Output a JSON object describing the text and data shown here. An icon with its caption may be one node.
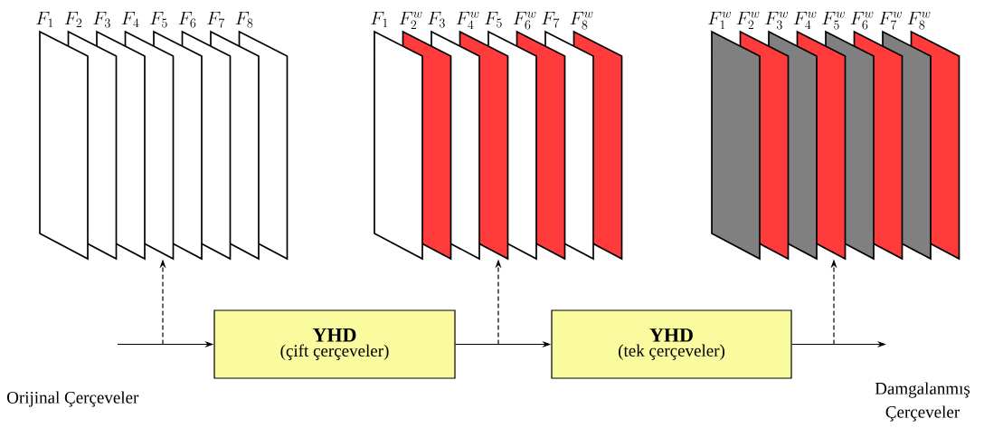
{
  "diagram": {
    "nodes": [
      {
        "text": [
          "F_1"
        ]
      },
      {
        "text": [
          "F_2"
        ]
      },
      {
        "text": [
          "F_3"
        ]
      },
      {
        "text": [
          "F_4"
        ]
      },
      {
        "text": [
          "F_5"
        ]
      },
      {
        "text": [
          "F_6"
        ]
      },
      {
        "text": [
          "F_7"
        ]
      },
      {
        "text": [
          "F_8"
        ]
      },
      {
        "text": [
          "F_1"
        ]
      },
      {
        "text": [
          "F_2^w"
        ]
      },
      {
        "text": [
          "F_3"
        ]
      },
      {
        "text": [
          "F_4^w"
        ]
      },
      {
        "text": [
          "F_5"
        ]
      },
      {
        "text": [
          "F_6^w"
        ]
      },
      {
        "text": [
          "F_7"
        ]
      },
      {
        "text": [
          "F_8^w"
        ]
      },
      {
        "text": [
          "F_1^w"
        ]
      },
      {
        "text": [
          "F_2^w"
        ]
      },
      {
        "text": [
          "F_3^w"
        ]
      },
      {
        "text": [
          "F_4^w"
        ]
      },
      {
        "text": [
          "F_5^w"
        ]
      },
      {
        "text": [
          "F_6^w"
        ]
      },
      {
        "text": [
          "F_7^w"
        ]
      },
      {
        "text": [
          "F_8^w"
        ]
      },
      {
        "text": [
          "YHD",
          "(çift çerçeveler)"
        ]
      },
      {
        "text": [
          "YHD",
          "(tek çerçeveler)"
        ]
      }
    ],
    "edges": [
      {
        "from": null,
        "to": 24,
        "arrow": "to"
      },
      {
        "from": 24,
        "to": 25,
        "arrow": "to"
      },
      {
        "from": 25,
        "to": null,
        "arrow": "to"
      },
      {
        "from": null,
        "to": 3,
        "arrow": "to",
        "style": "dashed"
      },
      {
        "from": null,
        "to": 11,
        "arrow": "to",
        "style": "dashed"
      },
      {
        "from": null,
        "to": 19,
        "arrow": "to",
        "style": "dashed"
      }
    ],
    "labels": [
      "Orijinal Çerçeveler",
      "Damgalanmış Çerçeveler"
    ]
  }
}
